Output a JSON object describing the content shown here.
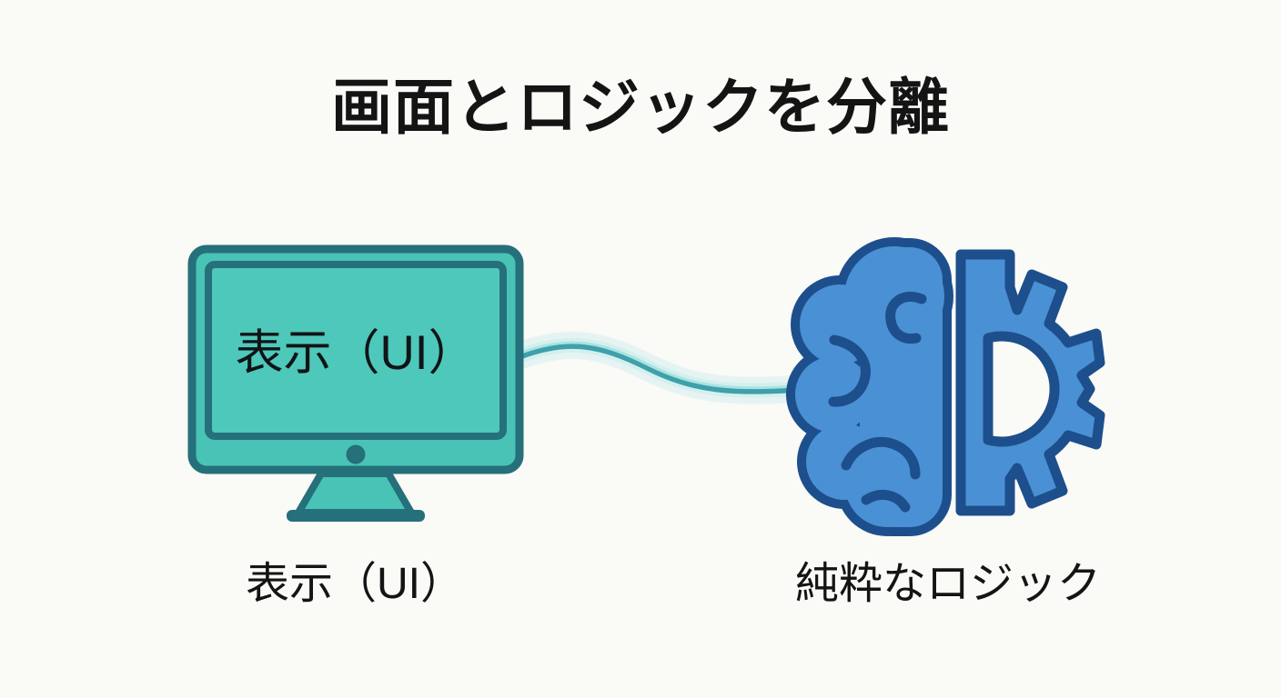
{
  "title": "画面とロジックを分離",
  "monitor": {
    "screen_label": "表示（UI）",
    "caption": "表示（UI）"
  },
  "logic": {
    "caption": "純粋なロジック"
  },
  "icons": {
    "left": "monitor-icon",
    "connector": "cable-connector",
    "right": "brain-gear-icon"
  },
  "colors": {
    "background": "#fafaf7",
    "ink": "#141414",
    "monitor_fill": "#49c3b5",
    "screen_fill": "#4ec8ba",
    "monitor_stroke": "#25707a",
    "cable_core": "#3ea0aa",
    "cable_highlight": "#aee8e4",
    "cable_glow": "#cdeeec",
    "brain_fill": "#4a90d4",
    "brain_stroke": "#1d4f8c"
  }
}
